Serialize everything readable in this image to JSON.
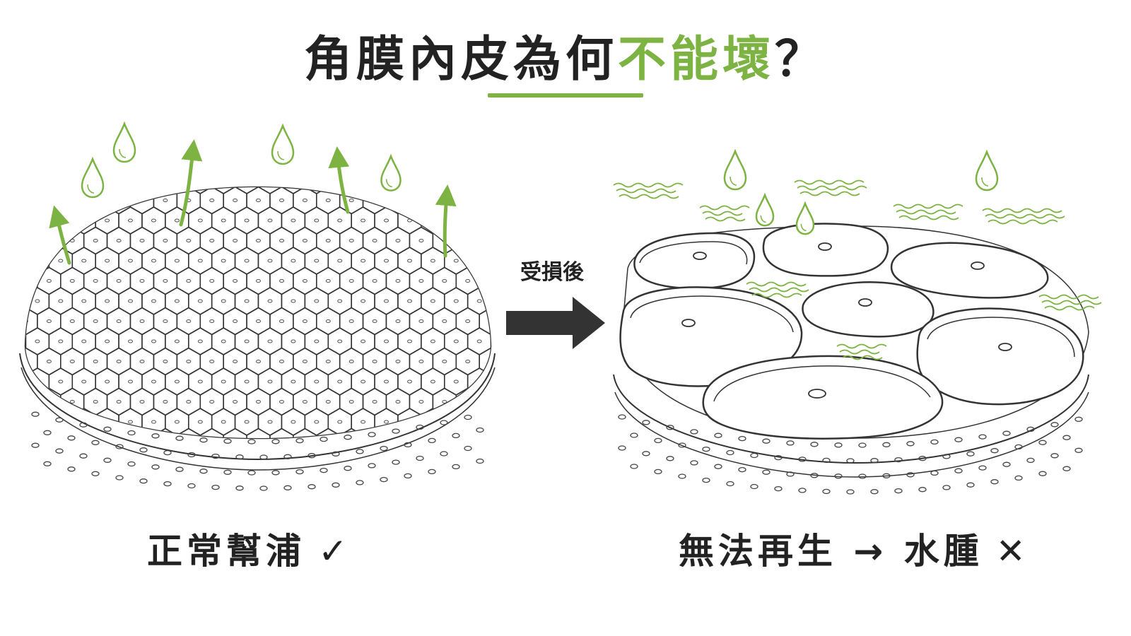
{
  "title": {
    "part1": "角膜內皮為何",
    "highlight": "不能壞",
    "end": "？"
  },
  "arrow_label": "受損後",
  "left_caption": {
    "text": "正常幫浦",
    "mark": "✓"
  },
  "right_caption": {
    "text": "無法再生 → 水腫",
    "mark": "✕"
  },
  "colors": {
    "accent": "#7cb342",
    "ink": "#222222"
  }
}
